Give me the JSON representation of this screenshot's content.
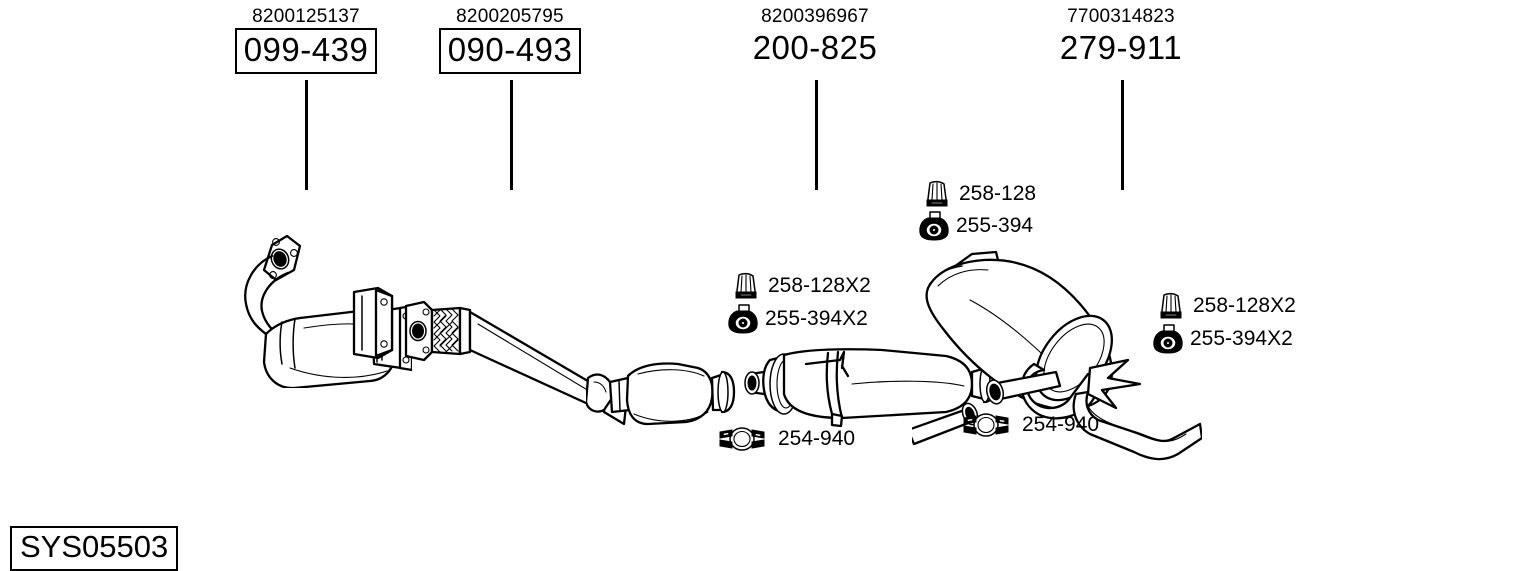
{
  "diagram": {
    "system_code": "SYS05503",
    "background_color": "#ffffff",
    "line_color": "#000000"
  },
  "main_parts": [
    {
      "oem": "8200125137",
      "ref": "099-439",
      "boxed": true,
      "component": "catalytic-converter-front"
    },
    {
      "oem": "8200205795",
      "ref": "090-493",
      "boxed": true,
      "component": "front-pipe-flex"
    },
    {
      "oem": "8200396967",
      "ref": "200-825",
      "boxed": false,
      "component": "centre-silencer"
    },
    {
      "oem": "7700314823",
      "ref": "279-911",
      "boxed": false,
      "component": "rear-silencer"
    }
  ],
  "callouts": [
    {
      "icon": "rubber-hanger-icon",
      "label": "258-128",
      "group": "rear-silencer-top"
    },
    {
      "icon": "rubber-mount-icon",
      "label": "255-394",
      "group": "rear-silencer-top"
    },
    {
      "icon": "rubber-hanger-icon",
      "label": "258-128X2",
      "group": "centre-silencer"
    },
    {
      "icon": "rubber-mount-icon",
      "label": "255-394X2",
      "group": "centre-silencer"
    },
    {
      "icon": "rubber-hanger-icon",
      "label": "258-128X2",
      "group": "rear-right"
    },
    {
      "icon": "rubber-mount-icon",
      "label": "255-394X2",
      "group": "rear-right"
    },
    {
      "icon": "pipe-clamp-icon",
      "label": "254-940",
      "group": "centre-clamp"
    },
    {
      "icon": "pipe-clamp-icon",
      "label": "254-940",
      "group": "rear-clamp"
    }
  ]
}
